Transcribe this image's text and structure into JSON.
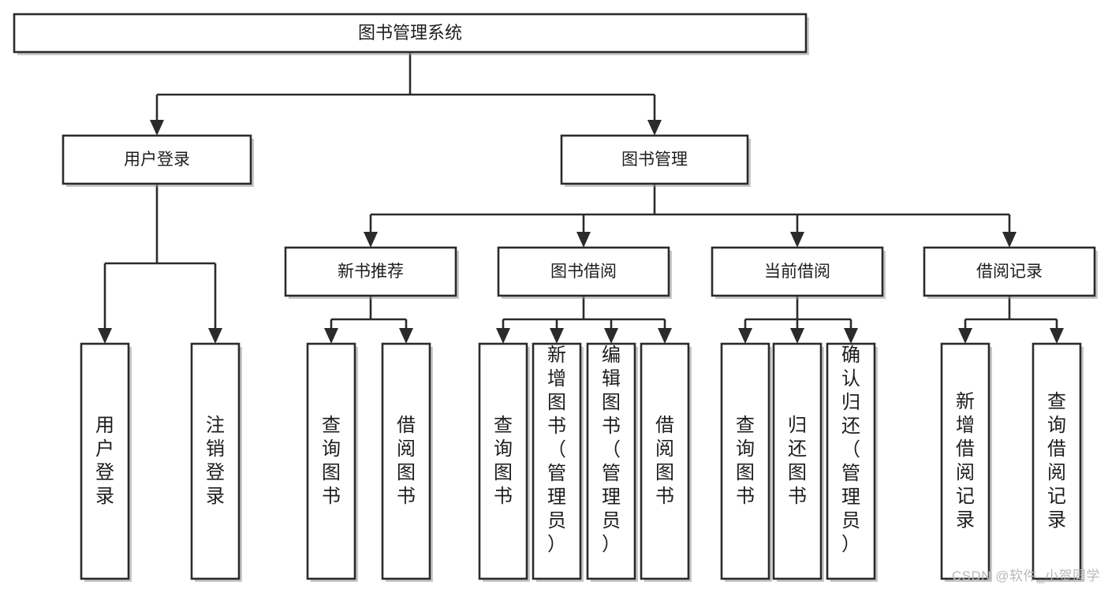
{
  "diagram": {
    "type": "tree",
    "title": "图书管理系统",
    "orientation": "top-down",
    "colors": {
      "background": "#ffffff",
      "box_fill": "#ffffff",
      "box_stroke": "#2b2b2b",
      "text": "#1d1d1d",
      "shadow": "#9a9a9a",
      "watermark": "#b9b9b9"
    },
    "root": {
      "label": "图书管理系统",
      "level": 0
    },
    "level1": [
      {
        "label": "用户登录",
        "level": 1
      },
      {
        "label": "图书管理",
        "level": 1
      }
    ],
    "level2": [
      {
        "label": "新书推荐",
        "level": 2,
        "parent": "图书管理"
      },
      {
        "label": "图书借阅",
        "level": 2,
        "parent": "图书管理"
      },
      {
        "label": "当前借阅",
        "level": 2,
        "parent": "图书管理"
      },
      {
        "label": "借阅记录",
        "level": 2,
        "parent": "图书管理"
      }
    ],
    "leaves": [
      {
        "label": "用户登录",
        "parent": "用户登录",
        "group": 0
      },
      {
        "label": "注销登录",
        "parent": "用户登录",
        "group": 0
      },
      {
        "label": "查询图书",
        "parent": "新书推荐",
        "group": 1
      },
      {
        "label": "借阅图书",
        "parent": "新书推荐",
        "group": 1
      },
      {
        "label": "查询图书",
        "parent": "图书借阅",
        "group": 2
      },
      {
        "label": "新增图书（管理员）",
        "parent": "图书借阅",
        "group": 2
      },
      {
        "label": "编辑图书（管理员）",
        "parent": "图书借阅",
        "group": 2
      },
      {
        "label": "借阅图书",
        "parent": "图书借阅",
        "group": 2
      },
      {
        "label": "查询图书",
        "parent": "当前借阅",
        "group": 3
      },
      {
        "label": "归还图书",
        "parent": "当前借阅",
        "group": 3
      },
      {
        "label": "确认归还（管理员）",
        "parent": "当前借阅",
        "group": 3
      },
      {
        "label": "新增借阅记录",
        "parent": "借阅记录",
        "group": 4
      },
      {
        "label": "查询借阅记录",
        "parent": "借阅记录",
        "group": 4
      }
    ]
  },
  "watermark": {
    "text": "CSDN @软件_小贺同学"
  }
}
